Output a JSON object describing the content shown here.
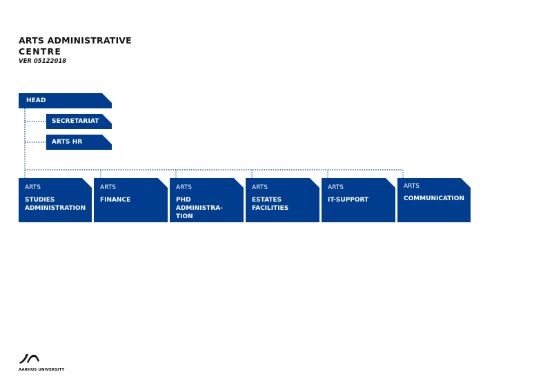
{
  "header": {
    "title_line1": "ARTS ADMINISTRATIVE",
    "title_line2": "CENTRE",
    "version": "VER 05122018"
  },
  "colors": {
    "box": "#003d8f",
    "connector": "#003d8f"
  },
  "head": {
    "label": "HEAD"
  },
  "staff": [
    {
      "label": "SECRETARIAT"
    },
    {
      "label": "ARTS HR"
    }
  ],
  "units": [
    {
      "prefix": "ARTS",
      "name": "STUDIES\nADMINISTRATION"
    },
    {
      "prefix": "ARTS",
      "name": "FINANCE"
    },
    {
      "prefix": "ARTS",
      "name": "PHD ADMINISTRA-\nTION"
    },
    {
      "prefix": "ARTS",
      "name": "ESTATES\nFACILITIES"
    },
    {
      "prefix": "ARTS",
      "name": "IT-SUPPORT"
    },
    {
      "prefix": "ARTS",
      "name": "COMMUNICATION"
    }
  ],
  "footer": {
    "logo_text": "AARHUS UNIVERSITY",
    "logo_icon": "aarhus-university-logo-icon"
  }
}
